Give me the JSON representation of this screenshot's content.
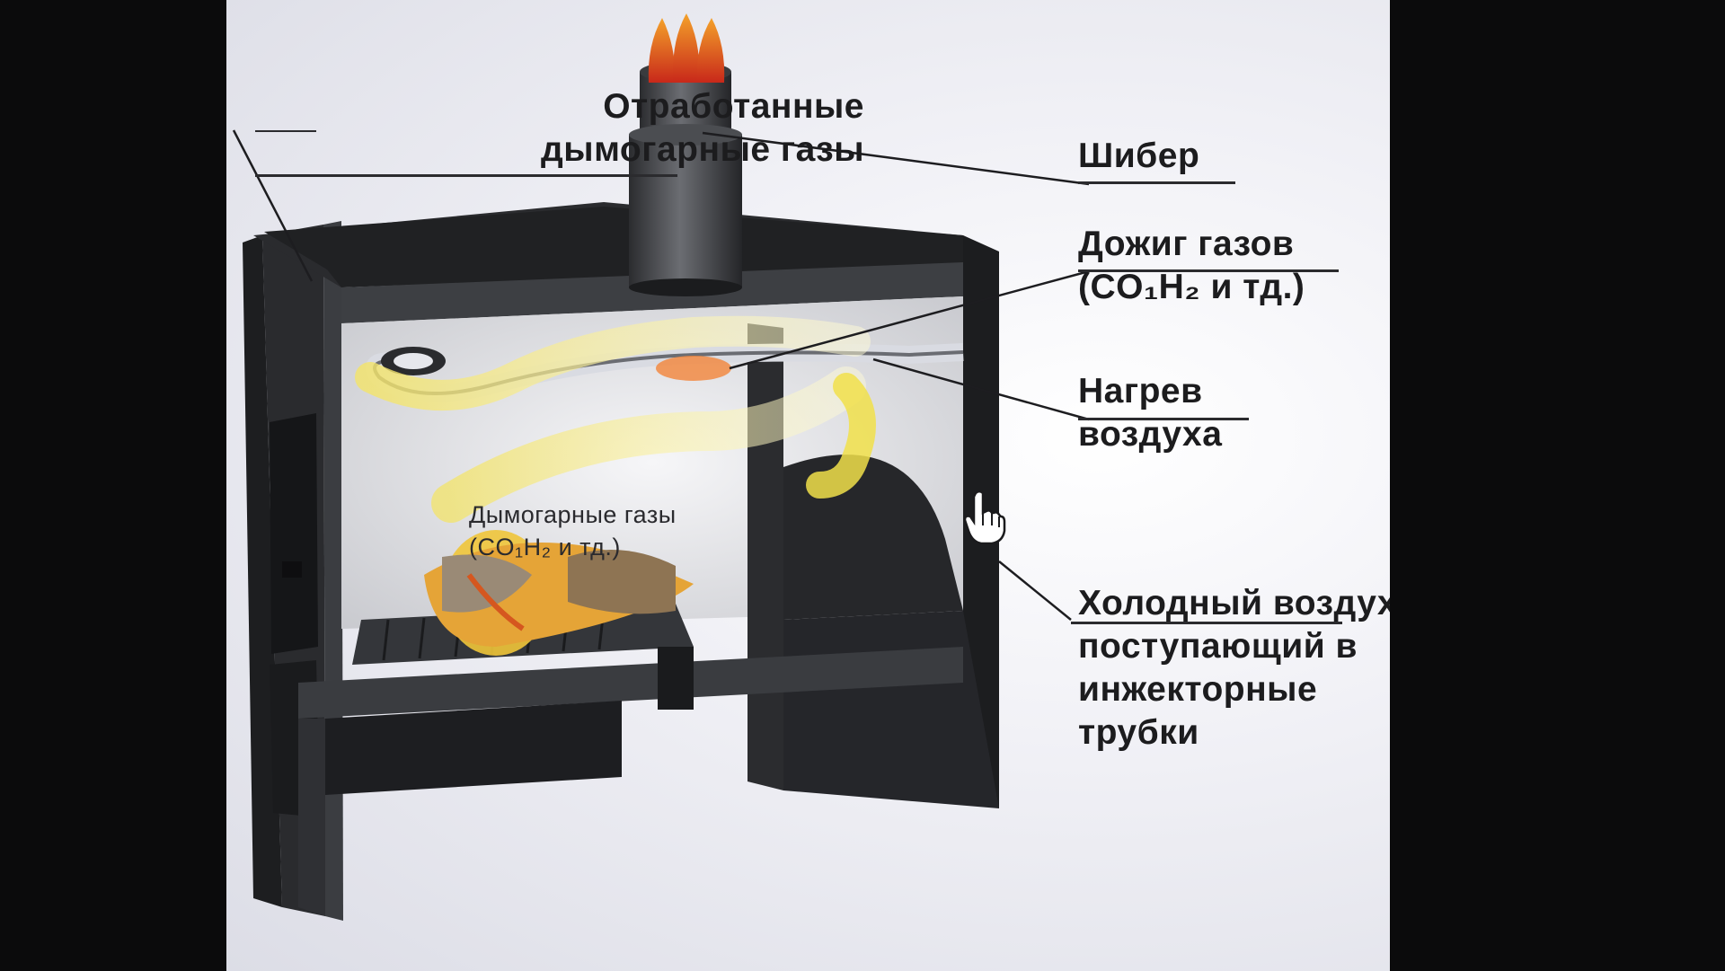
{
  "labels": {
    "exhaust": {
      "line1": "Отработанные",
      "line2": "дымогарные газы"
    },
    "damper": "Шибер",
    "afterburn": {
      "line1": "Дожиг газов",
      "line2": "(CO₁H₂ и тд.)"
    },
    "air_heating": {
      "line1": "Нагрев",
      "line2": "воздуха"
    },
    "flue_gases": {
      "line1": "Дымогарные газы",
      "line2": "(CO₁H₂ и тд.)"
    },
    "cold_air": {
      "line1": "Холодный воздух,",
      "line2": "поступающий в",
      "line3": "инжекторные",
      "line4": "трубки"
    }
  },
  "colors": {
    "background": "#0b0b0c",
    "screen": "#eeeef3",
    "stove_dark": "#2e3033",
    "flame_yellow": "#f1e04a",
    "flame_red": "#d8351e"
  },
  "icons": {
    "cursor": "hand-pointer-icon"
  }
}
